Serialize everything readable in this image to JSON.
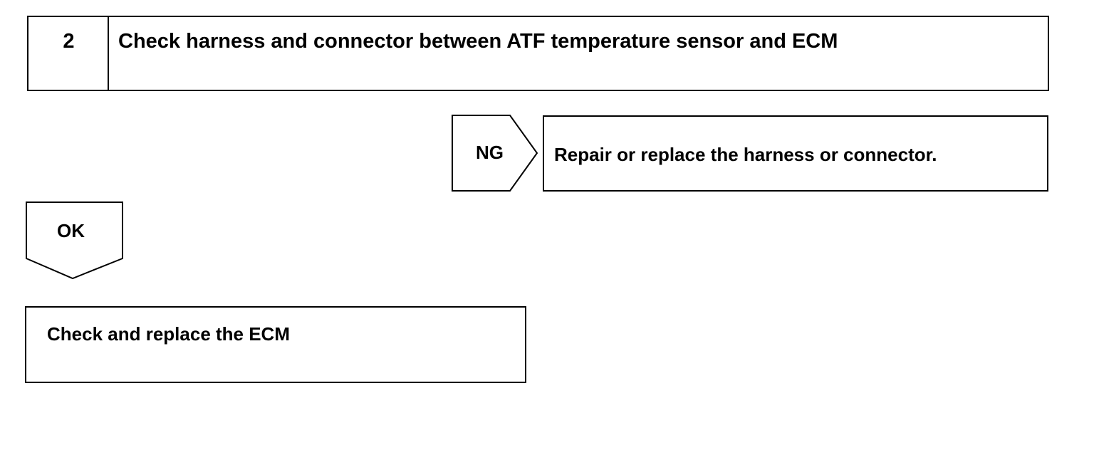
{
  "step": {
    "number": "2",
    "title": "Check harness and connector between ATF temperature sensor and ECM"
  },
  "ng_branch": {
    "label": "NG",
    "action": "Repair or replace the harness or connector."
  },
  "ok_branch": {
    "label": "OK",
    "action": "Check and replace the ECM"
  },
  "colors": {
    "line": "#000000",
    "background": "#ffffff"
  }
}
